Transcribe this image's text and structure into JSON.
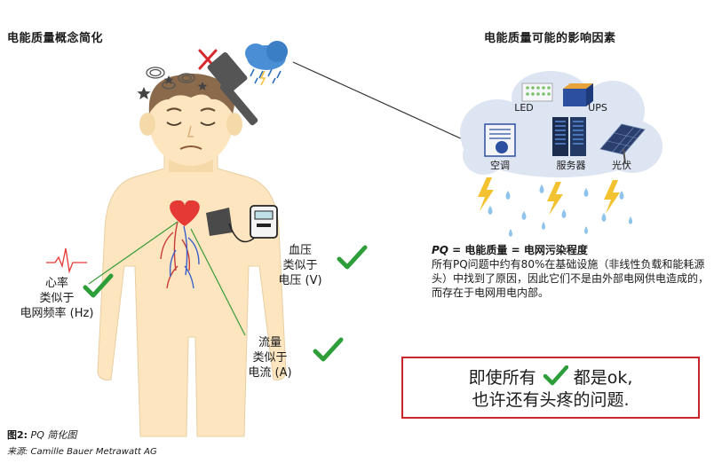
{
  "titles": {
    "left": "电能质量概念简化",
    "right": "电能质量可能的影响因素"
  },
  "labels": {
    "heart_rate": [
      "心率",
      "类似于",
      "电网频率 (Hz)"
    ],
    "blood_pressure": [
      "血压",
      "类似于",
      "电压 (V)"
    ],
    "flow": [
      "流量",
      "类似于",
      "电流 (A)"
    ]
  },
  "cloud_labels": {
    "led": "LED",
    "ups": "UPS",
    "ac": "空调",
    "server": "服务器",
    "pv": "光伏"
  },
  "pq_text": {
    "heading_abbr": "PQ",
    "heading_rest": " = 电能质量 = 电网污染程度",
    "body": "所有PQ问题中约有80%在基础设施（非线性负载和能耗源头）中找到了原因，因此它们不是由外部电网供电造成的，而存在于电网用电内部。"
  },
  "callout": {
    "line1_before": "即使所有",
    "line1_after": "都是ok,",
    "line2": "也许还有头疼的问题."
  },
  "caption": {
    "figure_bold": "图2:",
    "figure_rest": " PQ 简化图",
    "source": "来源: Camille Bauer Metrawatt AG"
  },
  "colors": {
    "check": "#2e9e3a",
    "skin": "#fce5bf",
    "hair": "#8a6a4a",
    "cross": "#d8282b",
    "box_border": "#c9252c",
    "cloud": "#dde5f2",
    "line": "#3a9a3a"
  },
  "icons": [
    "dizzy-swirl-icon",
    "star-icon",
    "hammer-icon",
    "cross-icon",
    "storm-cloud-icon",
    "heart-icon",
    "heartbeat-icon",
    "blood-pressure-cuff-icon",
    "check-icon",
    "led-icon",
    "ups-icon",
    "air-conditioner-icon",
    "server-icon",
    "solar-panel-icon",
    "raindrop-icon",
    "lightning-icon"
  ]
}
